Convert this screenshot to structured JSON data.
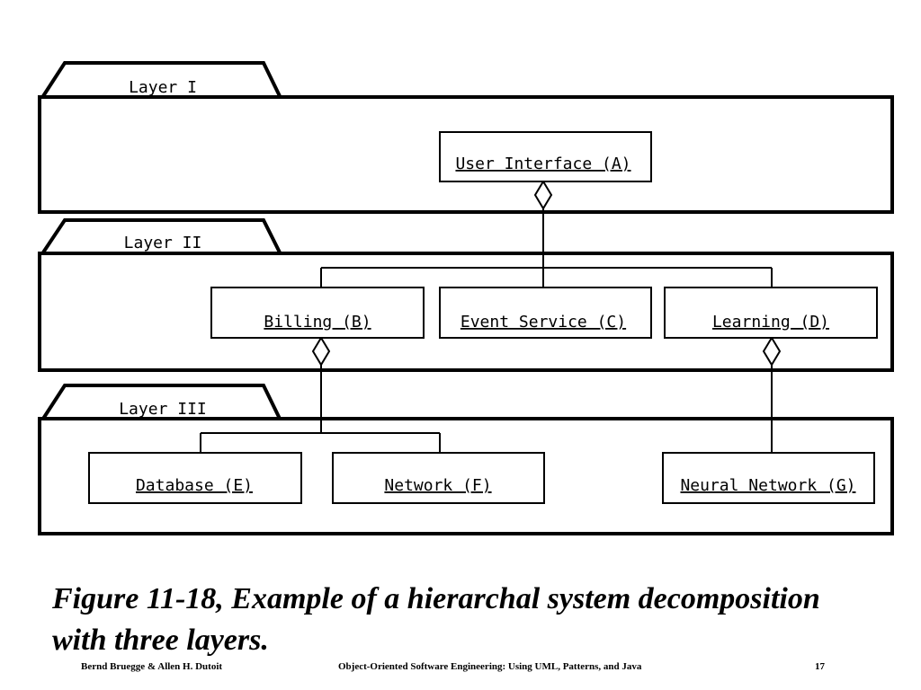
{
  "layers": {
    "layer1": "Layer I",
    "layer2": "Layer II",
    "layer3": "Layer III"
  },
  "components": {
    "a": "User Interface (A)",
    "b": "Billing (B)",
    "c": "Event Service (C)",
    "d": "Learning (D)",
    "e": "Database (E)",
    "f": "Network (F)",
    "g": "Neural Network (G)"
  },
  "caption": "Figure 11-18, Example of a hierarchal system decomposition with three layers.",
  "footer": {
    "authors": "Bernd Bruegge & Allen H. Dutoit",
    "book": "Object-Oriented Software Engineering: Using UML, Patterns, and Java",
    "page": "17"
  }
}
